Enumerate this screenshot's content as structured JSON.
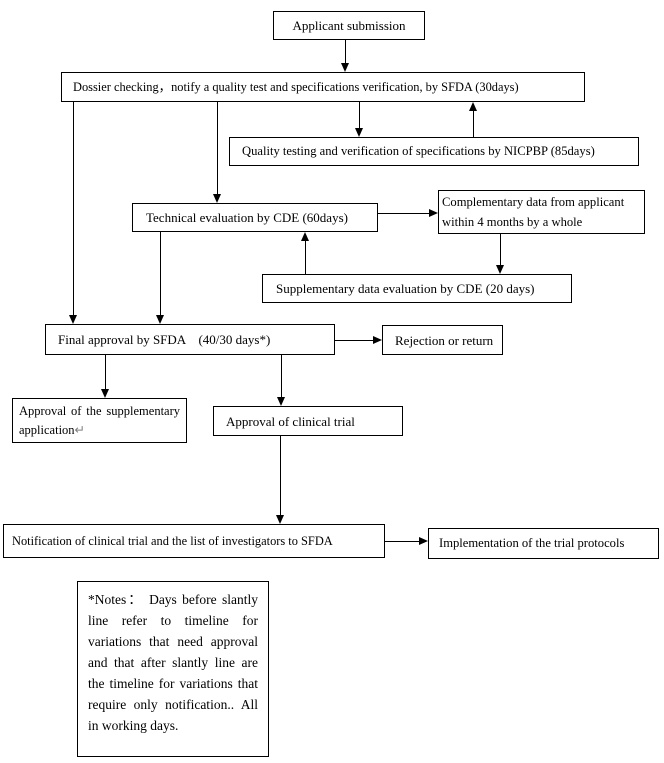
{
  "flowchart": {
    "applicant": "Applicant submission",
    "dossier": "Dossier checking，notify a quality test and specifications verification, by SFDA (30days)",
    "nicpbp": "Quality testing and verification of specifications by NICPBP (85days)",
    "technical": "Technical evaluation by CDE (60days)",
    "complementary": "Complementary data from applicant within 4 months by a whole",
    "supplementary_eval": "Supplementary data evaluation by CDE (20 days)",
    "final_approval": "Final approval by SFDA    (40/30 days*)",
    "rejection": "Rejection or return",
    "approval_supplementary": "Approval of the supplementary application",
    "paragraph_mark": "↵",
    "approval_clinical": "Approval of clinical trial",
    "notification": "Notification of clinical trial and the list of investigators to SFDA",
    "implementation": "Implementation of the trial protocols",
    "notes": "*Notes：  Days before slantly line refer to timeline for variations that need approval and that after slantly line are the timeline for variations that require only notification.. All in working days."
  }
}
